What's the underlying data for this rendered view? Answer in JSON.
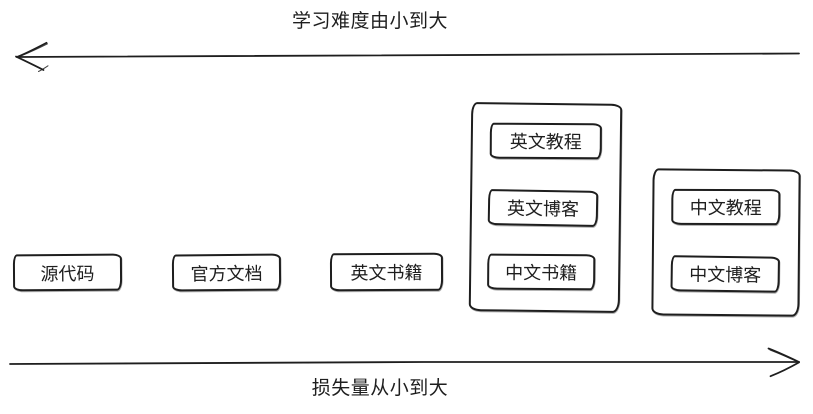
{
  "canvas": {
    "background": "#ffffff",
    "stroke_color": "#1e1e1e"
  },
  "axes": {
    "top": {
      "label": "学习难度由小到大",
      "arrow_icon": "left-arrow"
    },
    "bottom": {
      "label": "损失量从小到大",
      "arrow_icon": "right-arrow"
    }
  },
  "boxes": [
    {
      "label": "源代码"
    },
    {
      "label": "官方文档"
    },
    {
      "label": "英文书籍"
    }
  ],
  "groups": [
    {
      "items": [
        {
          "label": "英文教程"
        },
        {
          "label": "英文博客"
        },
        {
          "label": "中文书籍"
        }
      ]
    },
    {
      "items": [
        {
          "label": "中文教程"
        },
        {
          "label": "中文博客"
        }
      ]
    }
  ]
}
